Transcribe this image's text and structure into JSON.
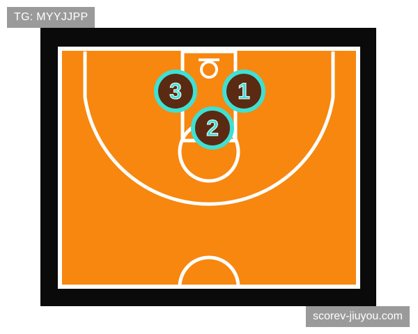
{
  "watermarks": {
    "top_left": "TG: MYYJJPP",
    "bottom_right": "scorev-jiuyou.com"
  },
  "colors": {
    "frame": "#0a0a0a",
    "court": "#f7870f",
    "lines": "#ffffff",
    "marker_fill": "#5a2a12",
    "marker_ring": "#3fe0d4",
    "marker_text": "#3fe0d4",
    "watermark_bg": "#9a9a9a"
  },
  "players": [
    {
      "label": "1",
      "name": "player-1-marker"
    },
    {
      "label": "2",
      "name": "player-2-marker"
    },
    {
      "label": "3",
      "name": "player-3-marker"
    }
  ]
}
